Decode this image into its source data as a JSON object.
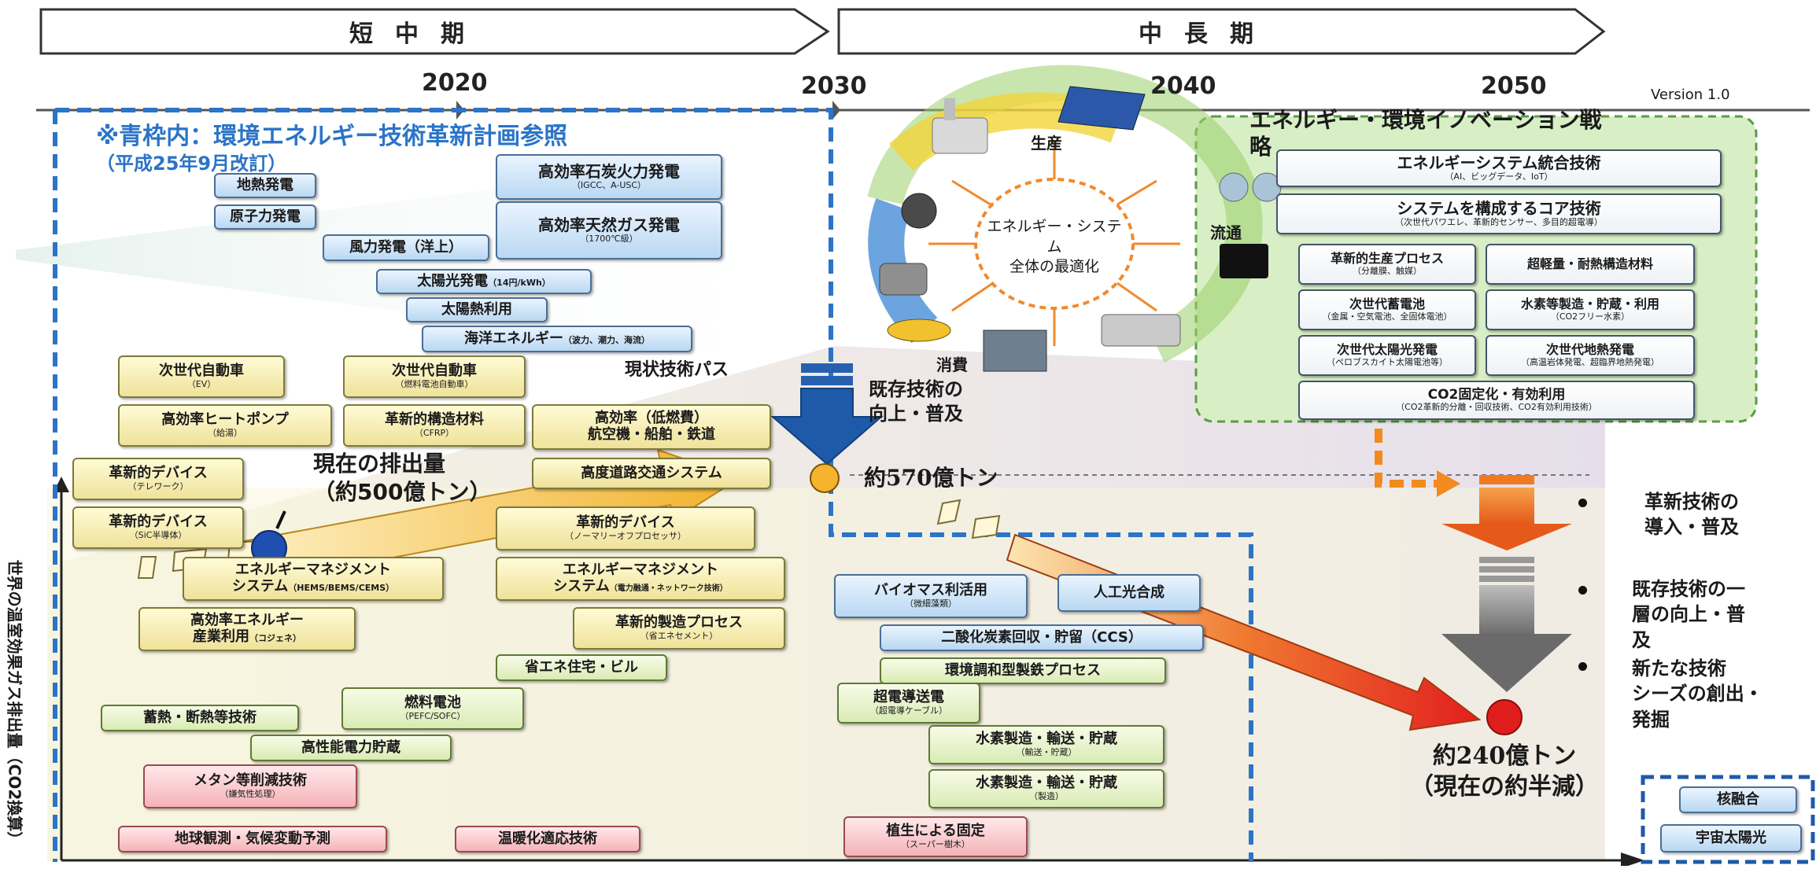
{
  "periods": {
    "short": "短中期",
    "long": "中長期"
  },
  "years": {
    "y2020": "2020",
    "y2030": "2030",
    "y2040": "2040",
    "y2050": "2050"
  },
  "version": "Version 1.0",
  "blue_frame_title": "※青枠内：環境エネルギー技術革新計画参照",
  "blue_frame_subtitle": "（平成25年9月改訂）",
  "y_axis_label": "世界の温室効果ガス排出量（CO2換算）",
  "emissions": {
    "current_label_line1": "現在の排出量",
    "current_label_line2": "（約500億トン）",
    "path_label": "現状技術パス",
    "existing_line1": "既存技術の",
    "existing_line2": "向上・普及",
    "value_2030": "約570億トン",
    "value_2050_line1": "約240億トン",
    "value_2050_line2": "（現在の約半減）"
  },
  "cycle": {
    "production": "生産",
    "distribution": "流通",
    "consumption": "消費",
    "center_line1": "エネルギー・システム",
    "center_line2": "全体の最適化"
  },
  "innovation": {
    "title_line1": "エネルギー・環境イノベーション戦",
    "title_line2": "略",
    "integration_main": "エネルギーシステム統合技術",
    "integration_sub": "（AI、ビッグデータ、IoT）",
    "core_main": "システムを構成するコア技術",
    "core_sub": "（次世代パワエレ、革新的センサー、多目的超電導）",
    "items": [
      {
        "main": "革新的生産プロセス",
        "sub": "（分離膜、触媒）"
      },
      {
        "main": "超軽量・耐熱構造材料",
        "sub": ""
      },
      {
        "main": "次世代蓄電池",
        "sub": "（金属・空気電池、全固体電池）"
      },
      {
        "main": "水素等製造・貯蔵・利用",
        "sub": "（CO2フリー水素）"
      },
      {
        "main": "次世代太陽光発電",
        "sub": "（ペロブスカイト太陽電池等）"
      },
      {
        "main": "次世代地熱発電",
        "sub": "（高温岩体発電、超臨界地熱発電）"
      }
    ],
    "co2_main": "CO2固定化・有効利用",
    "co2_sub": "（CO2革新的分離・回収技術、CO2有効利用技術）"
  },
  "right_bullets": [
    {
      "line1": "革新技術の",
      "line2": "導入・普及",
      "line3": ""
    },
    {
      "line1": "既存技術の一",
      "line2": "層の向上・普",
      "line3": "及"
    },
    {
      "line1": "新たな技術",
      "line2": "シーズの創出・",
      "line3": "発掘"
    }
  ],
  "future_boxes": {
    "fusion": "核融合",
    "space_solar": "宇宙太陽光"
  },
  "tech": {
    "geothermal": "地熱発電",
    "nuclear": "原子力発電",
    "coal_main": "高効率石炭火力発電",
    "coal_sub": "（IGCC、A-USC）",
    "gas_main": "高効率天然ガス発電",
    "gas_sub": "（1700℃級）",
    "wind": "風力発電（洋上）",
    "pv_main": "太陽光発電",
    "pv_sub": "（14円/kWh）",
    "solar_heat": "太陽熱利用",
    "ocean_main": "海洋エネルギー",
    "ocean_sub": "（波力、潮力、海流）",
    "ev_main": "次世代自動車",
    "ev_sub": "（EV）",
    "fcv_main": "次世代自動車",
    "fcv_sub": "（燃料電池自動車）",
    "heatpump_main": "高効率ヒートポンプ",
    "heatpump_sub": "（給湯）",
    "cfrp_main": "革新的構造材料",
    "cfrp_sub": "（CFRP）",
    "aviation_line1": "高効率（低燃費）",
    "aviation_line2": "航空機・船舶・鉄道",
    "its": "高度道路交通システム",
    "telework_main": "革新的デバイス",
    "telework_sub": "（テレワーク）",
    "sic_main": "革新的デバイス",
    "sic_sub": "（SiC半導体）",
    "normallyoff_main": "革新的デバイス",
    "normallyoff_sub": "（ノーマリーオフプロセッサ）",
    "ems1_main": "エネルギーマネジメント",
    "ems1_line2": "システム",
    "ems1_sub": "（HEMS/BEMS/CEMS）",
    "ems2_main": "エネルギーマネジメント",
    "ems2_line2": "システム",
    "ems2_sub": "（電力融通・ネットワーク技術）",
    "cogen_line1": "高効率エネルギー",
    "cogen_line2": "産業利用",
    "cogen_sub": "（コジェネ）",
    "manufacturing_main": "革新的製造プロセス",
    "manufacturing_sub": "（省エネセメント）",
    "house": "省エネ住宅・ビル",
    "storage_heat": "蓄熱・断熱等技術",
    "fuelcell_main": "燃料電池",
    "fuelcell_sub": "（PEFC/SOFC）",
    "power_storage": "高性能電力貯蔵",
    "methane_main": "メタン等削減技術",
    "methane_sub": "（嫌気性処理）",
    "earth_obs": "地球観測・気候変動予測",
    "adaptation": "温暖化適応技術",
    "biomass_main": "バイオマス利活用",
    "biomass_sub": "（微細藻類）",
    "artificial_photo": "人工光合成",
    "ccs": "二酸化炭素回収・貯留（CCS）",
    "steel": "環境調和型製鉄プロセス",
    "superconduct_main": "超電導送電",
    "superconduct_sub": "（超電導ケーブル）",
    "h2_transport_main": "水素製造・輸送・貯蔵",
    "h2_transport_sub": "（輸送・貯蔵）",
    "h2_production_main": "水素製造・輸送・貯蔵",
    "h2_production_sub": "（製造）",
    "vegetation_main": "植生による固定",
    "vegetation_sub": "（スーパー樹木）"
  },
  "colors": {
    "blue_frame": "#2b74c7",
    "green_panel": "#d8efc6",
    "orange": "#f28a1e",
    "red": "#e02020",
    "gray": "#8a8a8a",
    "dark_blue": "#1e5aa8"
  }
}
